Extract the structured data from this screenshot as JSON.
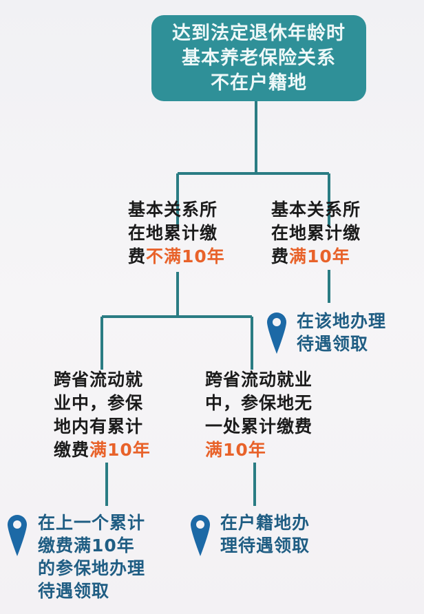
{
  "root": {
    "lines": [
      "达到法定退休年龄时",
      "基本养老保险关系",
      "不在户籍地"
    ]
  },
  "branch_a": {
    "line1": "基本关系所",
    "line2": "在地累计缴",
    "line3_prefix": "费",
    "line3_highlight": "不满10年"
  },
  "branch_b": {
    "line1": "基本关系所",
    "line2": "在地累计缴",
    "line3_prefix": "费",
    "line3_highlight": "满10年"
  },
  "result_b": {
    "lines": [
      "在该地办理",
      "待遇领取"
    ]
  },
  "branch_a1": {
    "line1": "跨省流动就",
    "line2": "业中，参保",
    "line3": "地内有累计",
    "line4_prefix": "缴费",
    "line4_highlight": "满10年"
  },
  "branch_a2": {
    "line1": "跨省流动就业",
    "line2": "中，参保地无",
    "line3": "一处累计缴费",
    "line4_highlight": "满10年"
  },
  "result_a1": {
    "lines": [
      "在上一个累计",
      "缴费满10年",
      "的参保地办理",
      "待遇领取"
    ]
  },
  "result_a2": {
    "lines": [
      "在户籍地办",
      "理待遇领取"
    ]
  },
  "colors": {
    "teal": "#2f9098",
    "line": "#2a7c83",
    "highlight": "#e8622a",
    "result_text": "#1f5d83",
    "pin": "#1c69a6"
  }
}
